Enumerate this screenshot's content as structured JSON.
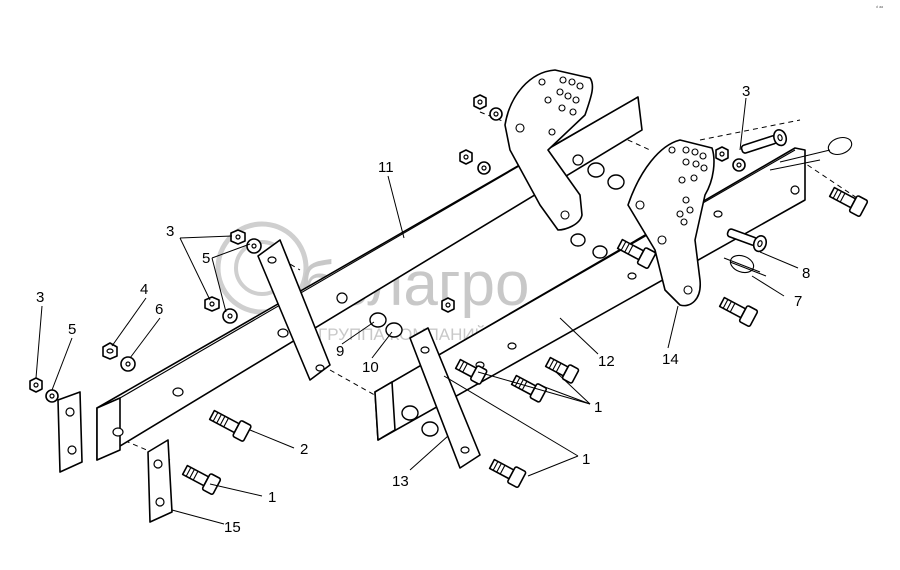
{
  "watermark": {
    "main": "белагро",
    "sub": "ГРУППА КОМПАНИЙ"
  },
  "corner_mark": "ᵈ ᵃᵃ",
  "callouts": {
    "c1a": "1",
    "c1b": "1",
    "c1c": "1",
    "c2": "2",
    "c3a": "3",
    "c3b": "3",
    "c3c": "3",
    "c4": "4",
    "c5a": "5",
    "c5b": "5",
    "c6": "6",
    "c7": "7",
    "c8": "8",
    "c9": "9",
    "c10": "10",
    "c11": "11",
    "c12": "12",
    "c13": "13",
    "c14": "14",
    "c15": "15"
  }
}
